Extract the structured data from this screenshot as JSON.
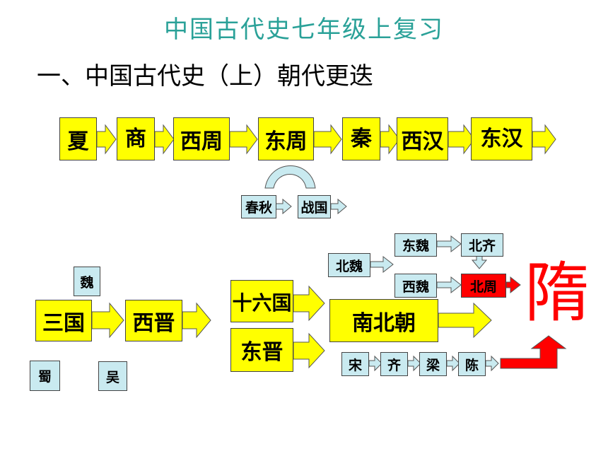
{
  "title": "中国古代史七年级上复习",
  "subtitle": "一、中国古代史（上）朝代更迭",
  "row1": [
    "夏",
    "商",
    "西周",
    "东周",
    "秦",
    "西汉",
    "东汉"
  ],
  "spring": [
    "春秋",
    "战国"
  ],
  "three_kingdoms": {
    "wei": "魏",
    "shu": "蜀",
    "wu": "吴",
    "sanguo": "三国"
  },
  "xijin": "西晋",
  "shiliuguo": "十六国",
  "dongjin": "东晋",
  "nanbeichao": "南北朝",
  "beiwei": "北魏",
  "dongwei": "东魏",
  "beiqi": "北齐",
  "xiwei": "西魏",
  "beizhou": "北周",
  "south": [
    "宋",
    "齐",
    "梁",
    "陈"
  ],
  "sui": "隋",
  "colors": {
    "yellow": "#ffff00",
    "blue": "#c9eaf0",
    "red": "#ff0000",
    "title": "#2aa198"
  }
}
